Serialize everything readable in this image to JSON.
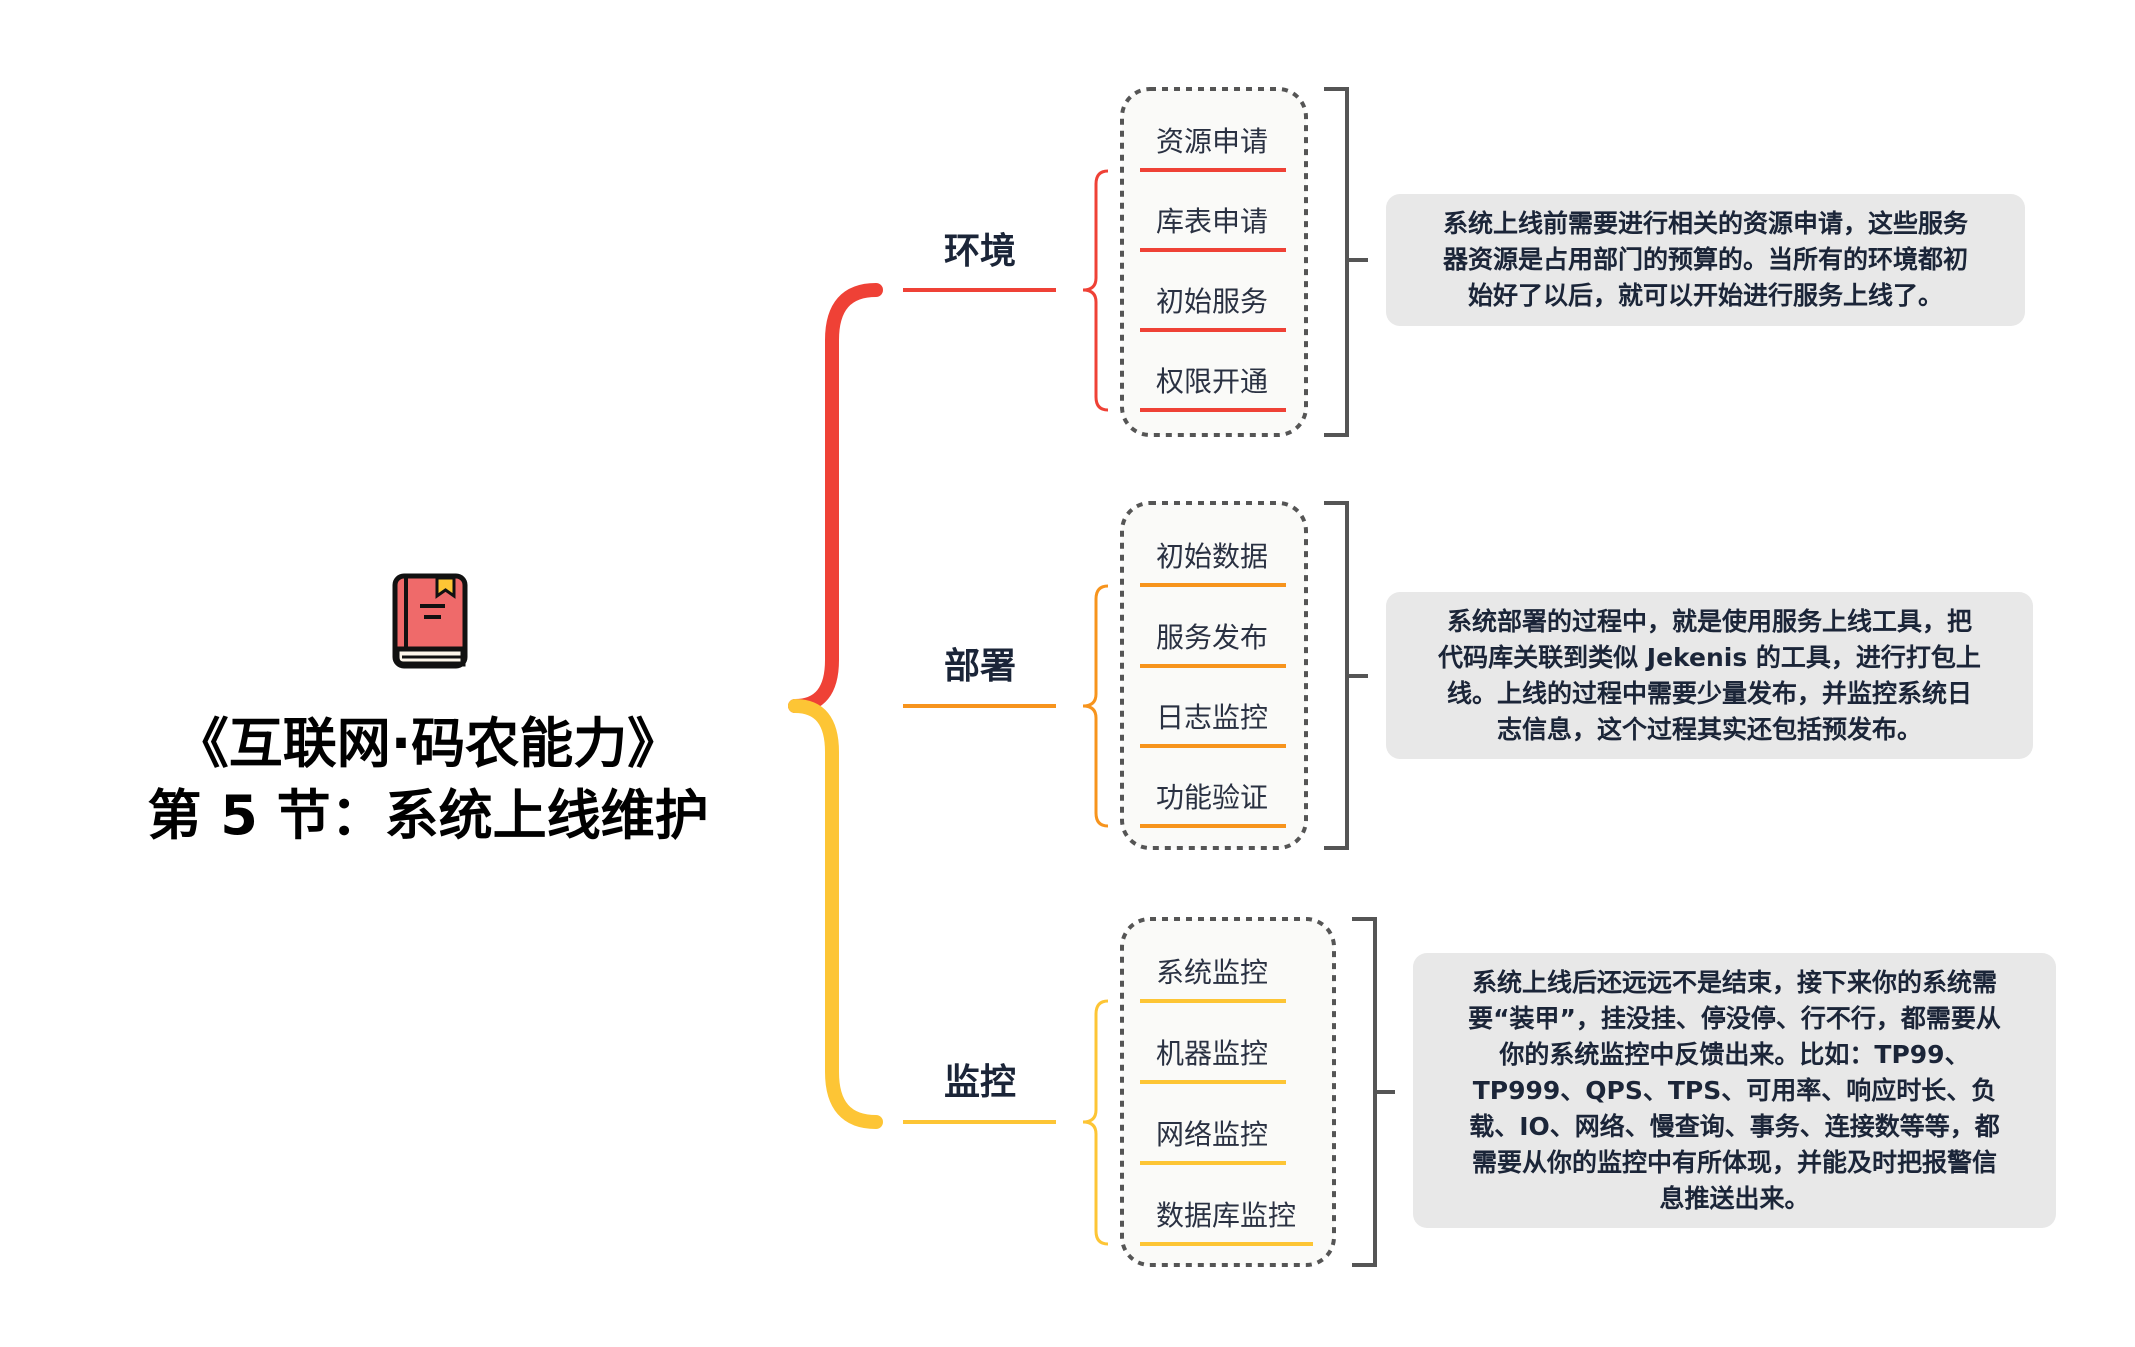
{
  "title": {
    "line1": "《互联网·码农能力》",
    "line2": "第 5 节：系统上线维护"
  },
  "colors": {
    "env": "#ef4136",
    "deploy": "#f7941d",
    "monitor": "#fdc535",
    "text": "#1b2538",
    "note_bg": "#e8e8e8"
  },
  "groups": [
    {
      "label": "环境",
      "items": [
        "资源申请",
        "库表申请",
        "初始服务",
        "权限开通"
      ],
      "note": [
        "系统上线前需要进行相关的资源申请，这些服务",
        "器资源是占用部门的预算的。当所有的环境都初",
        "始好了以后，就可以开始进行服务上线了。"
      ]
    },
    {
      "label": "部署",
      "items": [
        "初始数据",
        "服务发布",
        "日志监控",
        "功能验证"
      ],
      "note": [
        "系统部署的过程中，就是使用服务上线工具，把",
        "代码库关联到类似 Jekenis 的工具，进行打包上",
        "线。上线的过程中需要少量发布，并监控系统日",
        "志信息，这个过程其实还包括预发布。"
      ]
    },
    {
      "label": "监控",
      "items": [
        "系统监控",
        "机器监控",
        "网络监控",
        "数据库监控"
      ],
      "note": [
        "系统上线后还远远不是结束，接下来你的系统需",
        "要“装甲”，挂没挂、停没停、行不行，都需要从",
        "你的系统监控中反馈出来。比如：TP99、",
        "TP999、QPS、TPS、可用率、响应时长、负",
        "载、IO、网络、慢查询、事务、连接数等等，都",
        "需要从你的监控中有所体现，并能及时把报警信",
        "息推送出来。"
      ]
    }
  ]
}
